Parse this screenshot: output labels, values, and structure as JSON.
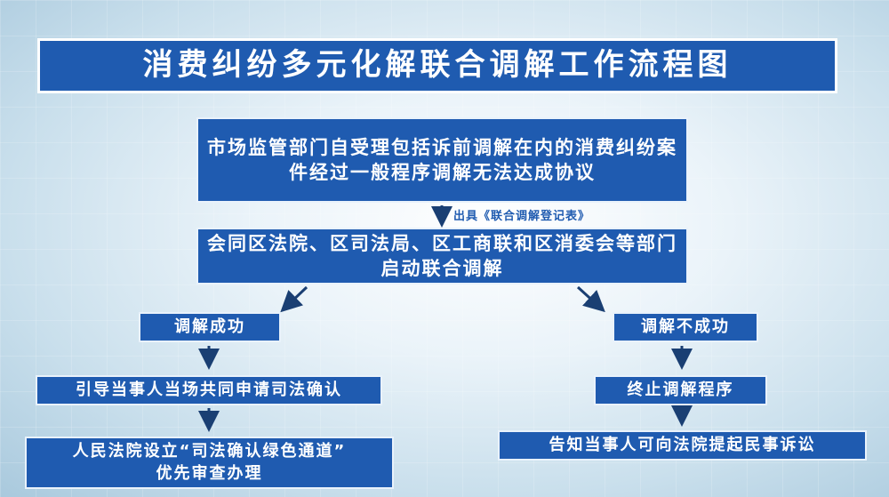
{
  "title": "消费纠纷多元化解联合调解工作流程图",
  "steps": {
    "step1": "市场监管部门自受理包括诉前调解在内的消费纠纷案件经过一般程序调解无法达成协议",
    "note": "出具《联合调解登记表》",
    "step2": "会同区法院、区司法局、区工商联和区消委会等部门启动联合调解"
  },
  "success_branch": {
    "label": "调解成功",
    "step_a": "引导当事人当场共同申请司法确认",
    "step_b_line1": "人民法院设立“司法确认绿色通道”",
    "step_b_line2": "优先审查办理"
  },
  "failure_branch": {
    "label": "调解不成功",
    "step_a": "终止调解程序",
    "step_b": "告知当事人可向法院提起民事诉讼"
  },
  "colors": {
    "box_fill": "#1f5bb0",
    "box_border": "#e9f2fb",
    "arrow": "#1a3f73",
    "text": "#ffffff"
  }
}
